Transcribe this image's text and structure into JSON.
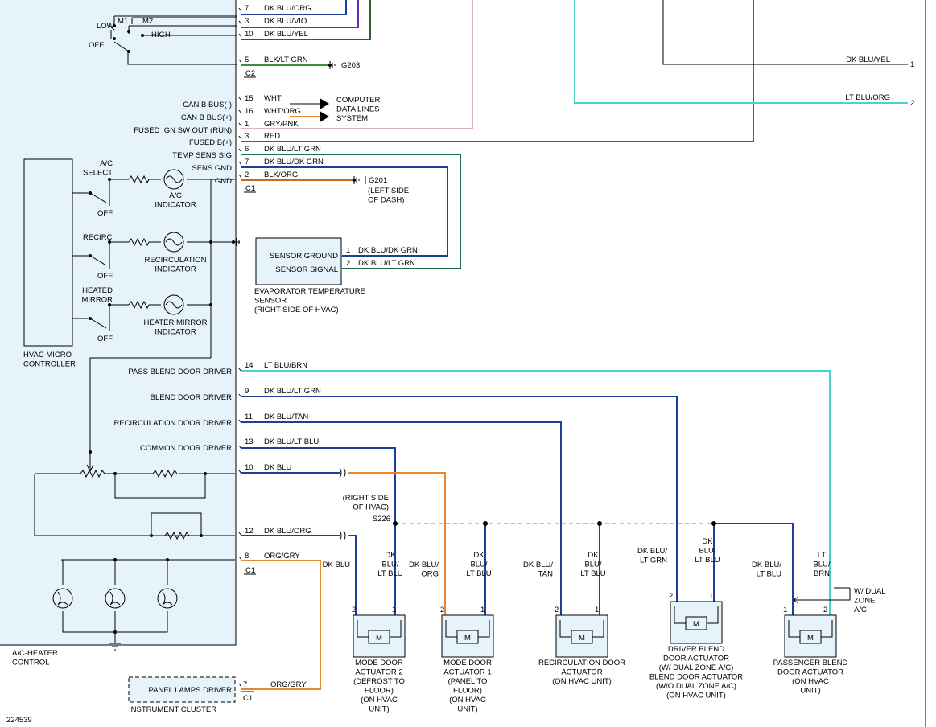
{
  "colors": {
    "background": "#ffffff",
    "module_fill": "#e6f3fb",
    "dk_blu": "#1d3f9a",
    "lt_blu": "#4ad3cc",
    "red": "#e0241b",
    "org": "#e8862e",
    "blk_lt_grn": "#3f8f3f",
    "dk_blu_lt_grn": "#1e6f4a",
    "violet": "#6a2fb0",
    "pink": "#e0b0c4",
    "dk_grn": "#2f5f2f",
    "gray": "#9a9a9a",
    "tan": "#8a7350"
  },
  "module": {
    "name": "A/C-HEATER\nCONTROL",
    "micro": "HVAC MICRO\nCONTROLLER"
  },
  "blower_labels": {
    "low": "LOW",
    "off": "OFF",
    "m1": "M1",
    "m2": "M2",
    "high": "HIGH"
  },
  "pins": [
    {
      "label": "",
      "pin": "7",
      "wire": "DK BLU/ORG"
    },
    {
      "label": "",
      "pin": "3",
      "wire": "DK BLU/VIO"
    },
    {
      "label": "",
      "pin": "10",
      "wire": "DK BLU/YEL"
    },
    {
      "label": "",
      "pin": "5",
      "wire": "BLK/LT GRN"
    },
    {
      "label": "CAN B BUS(-)",
      "pin": "15",
      "wire": "WHT"
    },
    {
      "label": "CAN B BUS(+)",
      "pin": "16",
      "wire": "WHT/ORG"
    },
    {
      "label": "FUSED IGN SW OUT (RUN)",
      "pin": "1",
      "wire": "GRY/PNK"
    },
    {
      "label": "FUSED B(+)",
      "pin": "3",
      "wire": "RED"
    },
    {
      "label": "TEMP SENS SIG",
      "pin": "6",
      "wire": "DK BLU/LT GRN"
    },
    {
      "label": "SENS GND",
      "pin": "7",
      "wire": "DK BLU/DK GRN"
    },
    {
      "label": "GND",
      "pin": "2",
      "wire": "BLK/ORG"
    },
    {
      "label": "PASS BLEND DOOR DRIVER",
      "pin": "14",
      "wire": "LT BLU/BRN"
    },
    {
      "label": "BLEND DOOR DRIVER",
      "pin": "9",
      "wire": "DK BLU/LT GRN"
    },
    {
      "label": "RECIRCULATION DOOR DRIVER",
      "pin": "11",
      "wire": "DK BLU/TAN"
    },
    {
      "label": "COMMON DOOR DRIVER",
      "pin": "13",
      "wire": "DK BLU/LT BLU"
    },
    {
      "label": "",
      "pin": "10",
      "wire": "DK BLU"
    },
    {
      "label": "",
      "pin": "12",
      "wire": "DK BLU/ORG"
    },
    {
      "label": "",
      "pin": "8",
      "wire": "ORG/GRY"
    }
  ],
  "connectors": {
    "c2": "C2",
    "c1a": "C1",
    "c1b": "C1",
    "c1c": "C1"
  },
  "grounds": {
    "g203": "G203",
    "g201": "G201",
    "g201_note": "(LEFT SIDE\nOF DASH)"
  },
  "computer_data": "COMPUTER\nDATA LINES\nSYSTEM",
  "switches": {
    "ac_select": "A/C\nSELECT",
    "ac_off": "OFF",
    "ac_indicator": "A/C\nINDICATOR",
    "recirc": "RECIRC",
    "recirc_off": "OFF",
    "recirc_indicator": "RECIRCULATION\nINDICATOR",
    "heated_mirror": "HEATED\nMIRROR",
    "mirror_off": "OFF",
    "mirror_indicator": "HEATER MIRROR\nINDICATOR"
  },
  "evap_sensor": {
    "ground_label": "SENSOR GROUND",
    "signal_label": "SENSOR SIGNAL",
    "pin1": "1",
    "pin2": "2",
    "wire1": "DK BLU/DK GRN",
    "wire2": "DK BLU/LT GRN",
    "caption": "EVAPORATOR TEMPERATURE\nSENSOR\n(RIGHT SIDE OF HVAC)"
  },
  "right_side": {
    "wire_yel": "DK BLU/YEL",
    "wire_org": "LT BLU/ORG",
    "num1": "1",
    "num2": "2"
  },
  "splice": {
    "note": "(RIGHT SIDE\nOF HVAC)",
    "id": "S226"
  },
  "actuators": [
    {
      "name": "MODE DOOR\nACTUATOR 2\n(DEFROST TO\nFLOOR)\n(ON HVAC\nUNIT)",
      "wire_left": "DK BLU",
      "wire_right": "DK\nBLU/\nLT BLU",
      "pin_left": "2",
      "pin_right": "1",
      "motor": "M"
    },
    {
      "name": "MODE DOOR\nACTUATOR 1\n(PANEL TO\nFLOOR)\n(ON HVAC\nUNIT)",
      "wire_left": "DK BLU/\nORG",
      "wire_right": "DK\nBLU/\nLT BLU",
      "pin_left": "2",
      "pin_right": "1",
      "motor": "M"
    },
    {
      "name": "RECIRCULATION DOOR\nACTUATOR\n(ON HVAC UNIT)",
      "wire_left": "DK BLU/\nTAN",
      "wire_right": "DK\nBLU/\nLT BLU",
      "pin_left": "2",
      "pin_right": "1",
      "motor": "M"
    },
    {
      "name": "DRIVER BLEND\nDOOR ACTUATOR\n(W/ DUAL ZONE A/C)\nBLEND DOOR ACTUATOR\n(W/O DUAL ZONE A/C)\n(ON HVAC UNIT)",
      "wire_left": "DK BLU/\nLT GRN",
      "wire_right": "DK\nBLU/\nLT BLU",
      "pin_left": "2",
      "pin_right": "1",
      "motor": "M"
    },
    {
      "name": "PASSENGER BLEND\nDOOR ACTUATOR\n(ON HVAC\nUNIT)",
      "wire_left": "DK BLU/\nLT BLU",
      "wire_right": "LT\nBLU/\nBRN",
      "pin_left": "1",
      "pin_right": "2",
      "motor": "M"
    }
  ],
  "dual_zone_note": "W/ DUAL\nZONE\nA/C",
  "panel_lamps": {
    "label": "PANEL LAMPS DRIVER",
    "pin": "7",
    "connector": "C1",
    "wire": "ORG/GRY",
    "caption": "INSTRUMENT CLUSTER"
  },
  "figure_id": "224539"
}
